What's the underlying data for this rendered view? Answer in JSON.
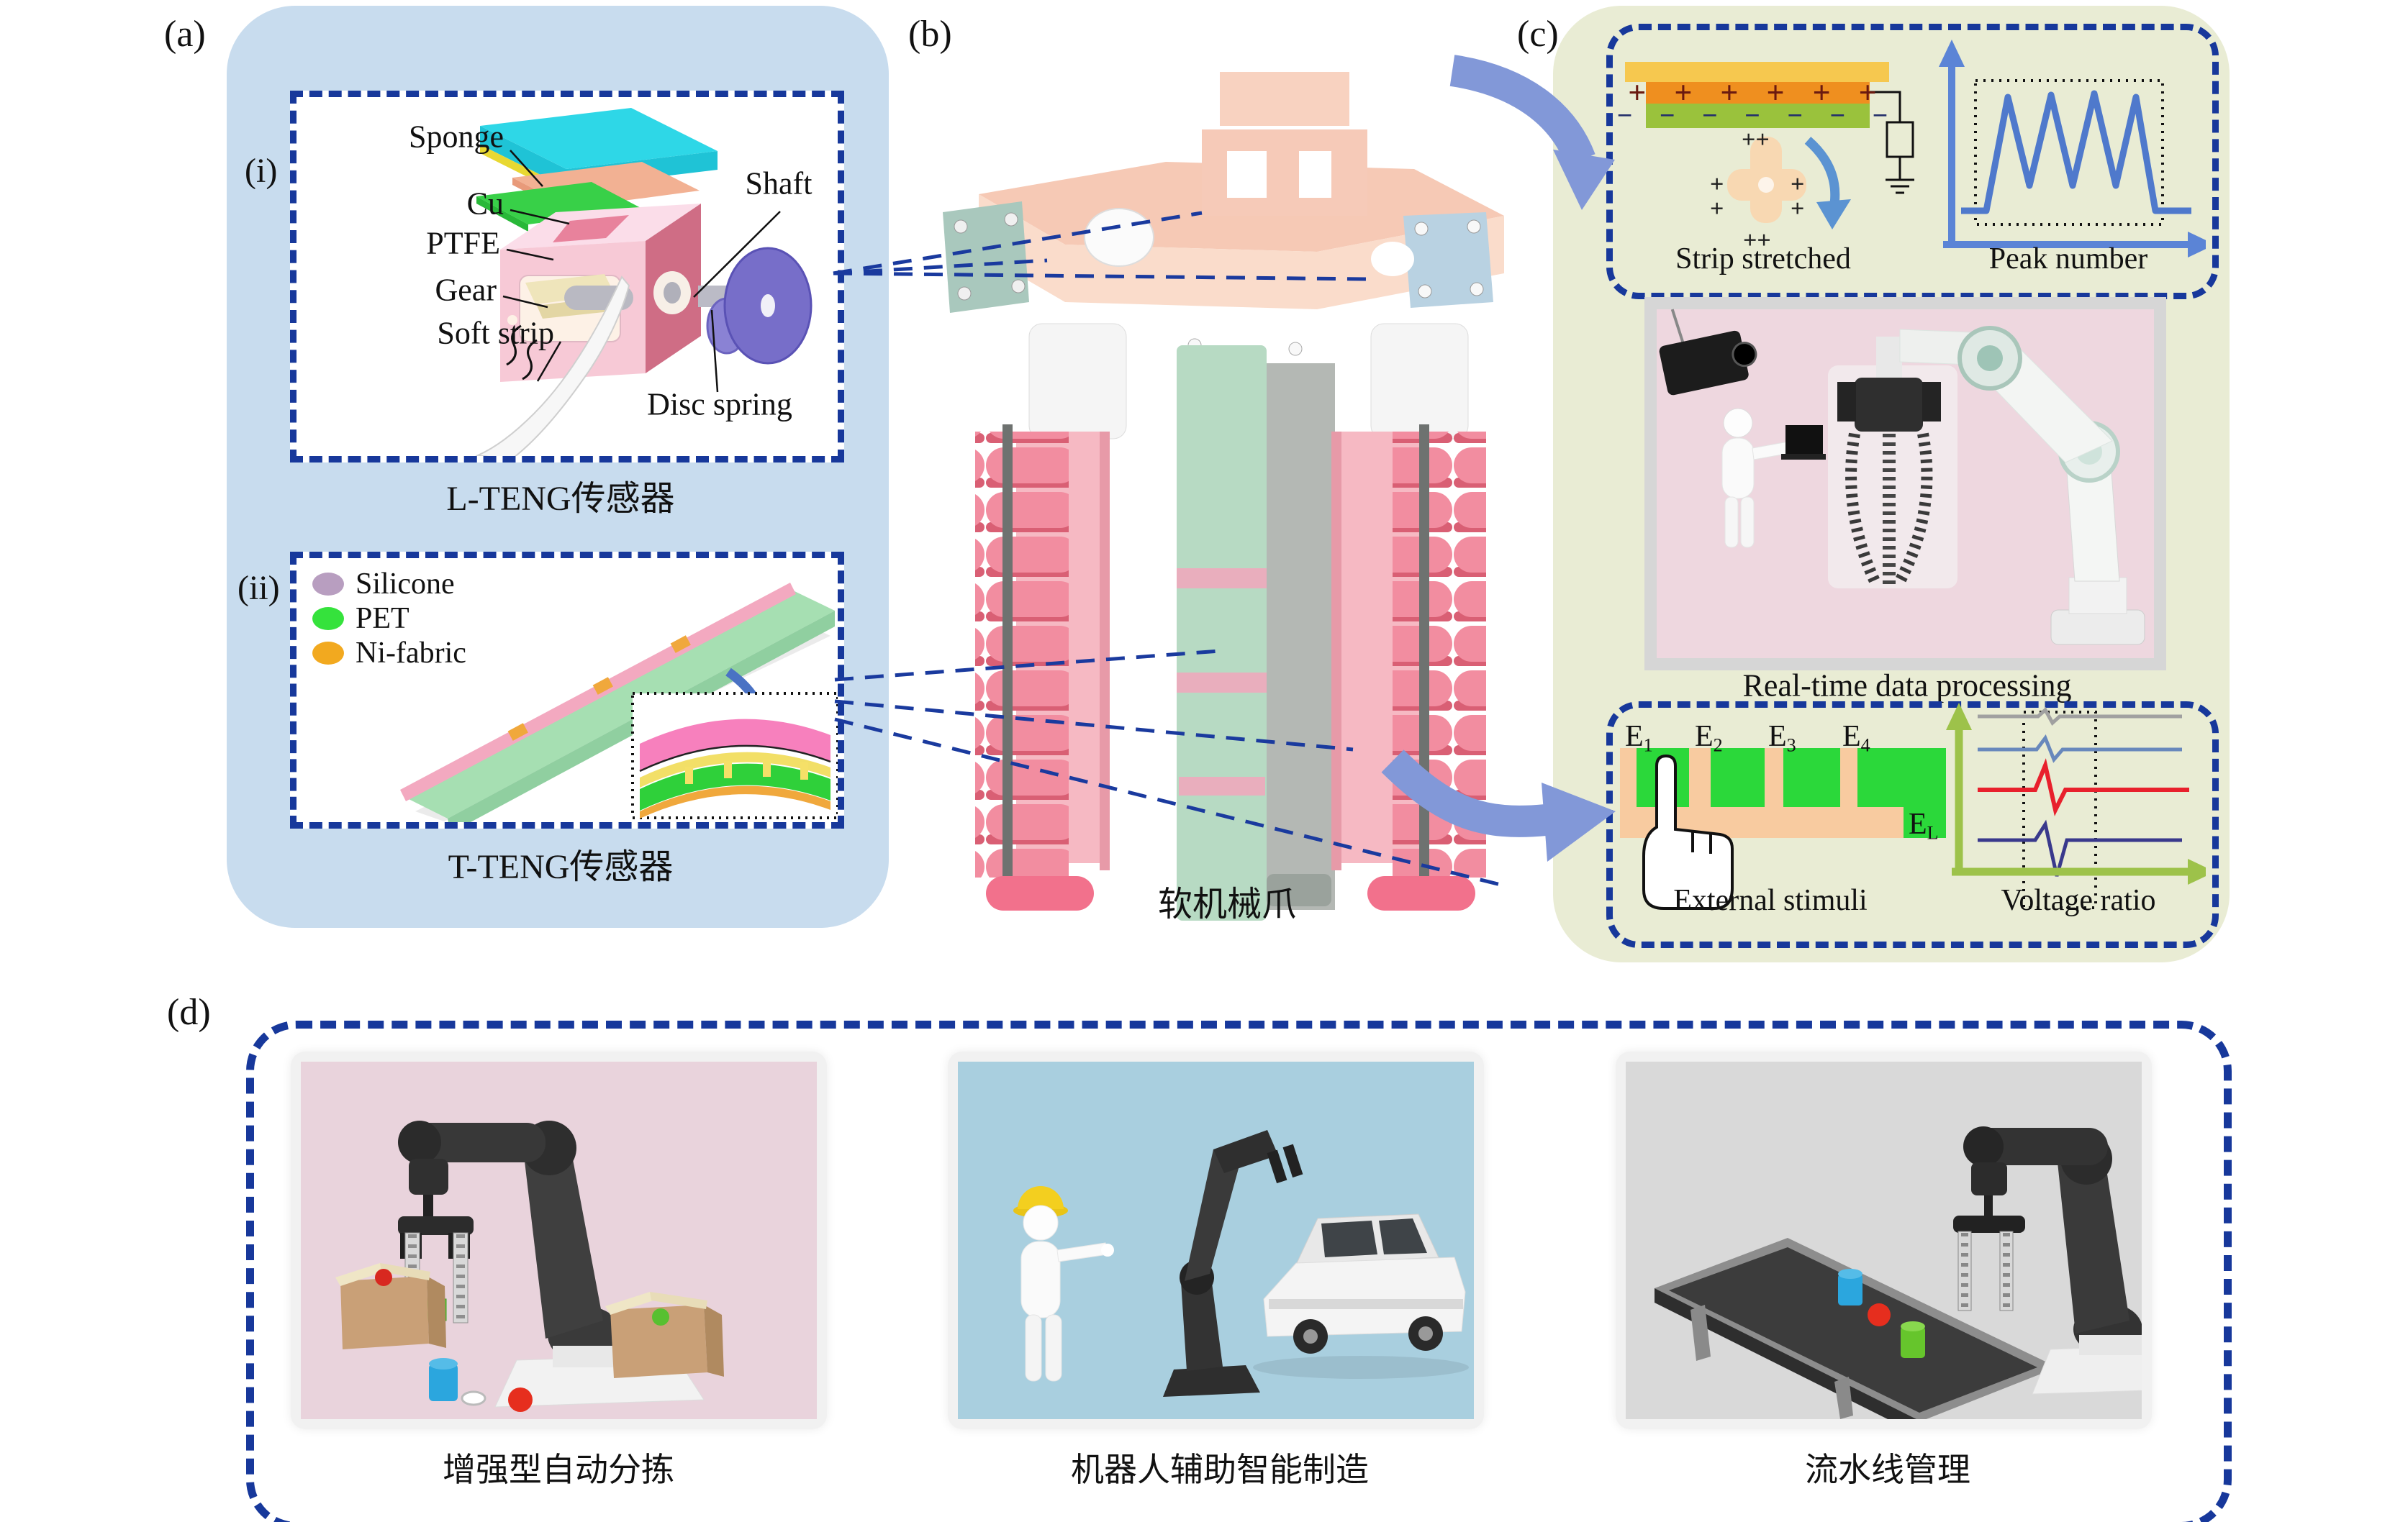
{
  "colors": {
    "panel_a_bg": "#c8dcee",
    "panel_c_bg": "#e9ecd4",
    "dash_border": "#17389b",
    "connector_arrow": "#8298d8",
    "peak_line": "#4f79cc",
    "axis_green": "#9dc24a",
    "signal_gray": "#a0a0a0",
    "signal_blue": "#6888bc",
    "signal_red": "#e8202c",
    "signal_navy": "#39398c",
    "electrode_green": "#2bd83a",
    "electrode_peach": "#f8cba0"
  },
  "panel_a": {
    "label": "(a)",
    "sensor_i": {
      "label": "(i)",
      "caption": "L-TENG传感器",
      "parts": {
        "sponge": "Sponge",
        "cu": "Cu",
        "ptfe": "PTFE",
        "gear": "Gear",
        "soft_strip": "Soft strip",
        "shaft": "Shaft",
        "disc_spring": "Disc spring"
      }
    },
    "sensor_ii": {
      "label": "(ii)",
      "caption": "T-TENG传感器",
      "legend": [
        {
          "label": "Silicone",
          "color": "#b89ec0"
        },
        {
          "label": "PET",
          "color": "#35e23c"
        },
        {
          "label": "Ni-fabric",
          "color": "#f2a91f"
        }
      ]
    }
  },
  "panel_b": {
    "label": "(b)",
    "caption": "软机械爪"
  },
  "panel_c": {
    "label": "(c)",
    "stretch_box": {
      "plus_row": "+ + + + + +",
      "minus_row": "− − − − − − −",
      "charges": {
        "top": "++",
        "left": "+ +",
        "right": "+ +",
        "bottom": "++"
      },
      "caption_left": "Strip stretched",
      "caption_right": "Peak number",
      "peak_count": 4
    },
    "photo_caption": "Real-time data processing",
    "stimuli_box": {
      "electrodes": [
        {
          "base": "E",
          "sub": "1"
        },
        {
          "base": "E",
          "sub": "2"
        },
        {
          "base": "E",
          "sub": "3"
        },
        {
          "base": "E",
          "sub": "4"
        }
      ],
      "load": {
        "base": "E",
        "sub": "L"
      },
      "caption_left": "External stimuli",
      "caption_right": "Voltage ratio"
    }
  },
  "panel_d": {
    "label": "(d)",
    "scenes": [
      {
        "caption": "增强型自动分拣"
      },
      {
        "caption": "机器人辅助智能制造"
      },
      {
        "caption": "流水线管理"
      }
    ]
  }
}
